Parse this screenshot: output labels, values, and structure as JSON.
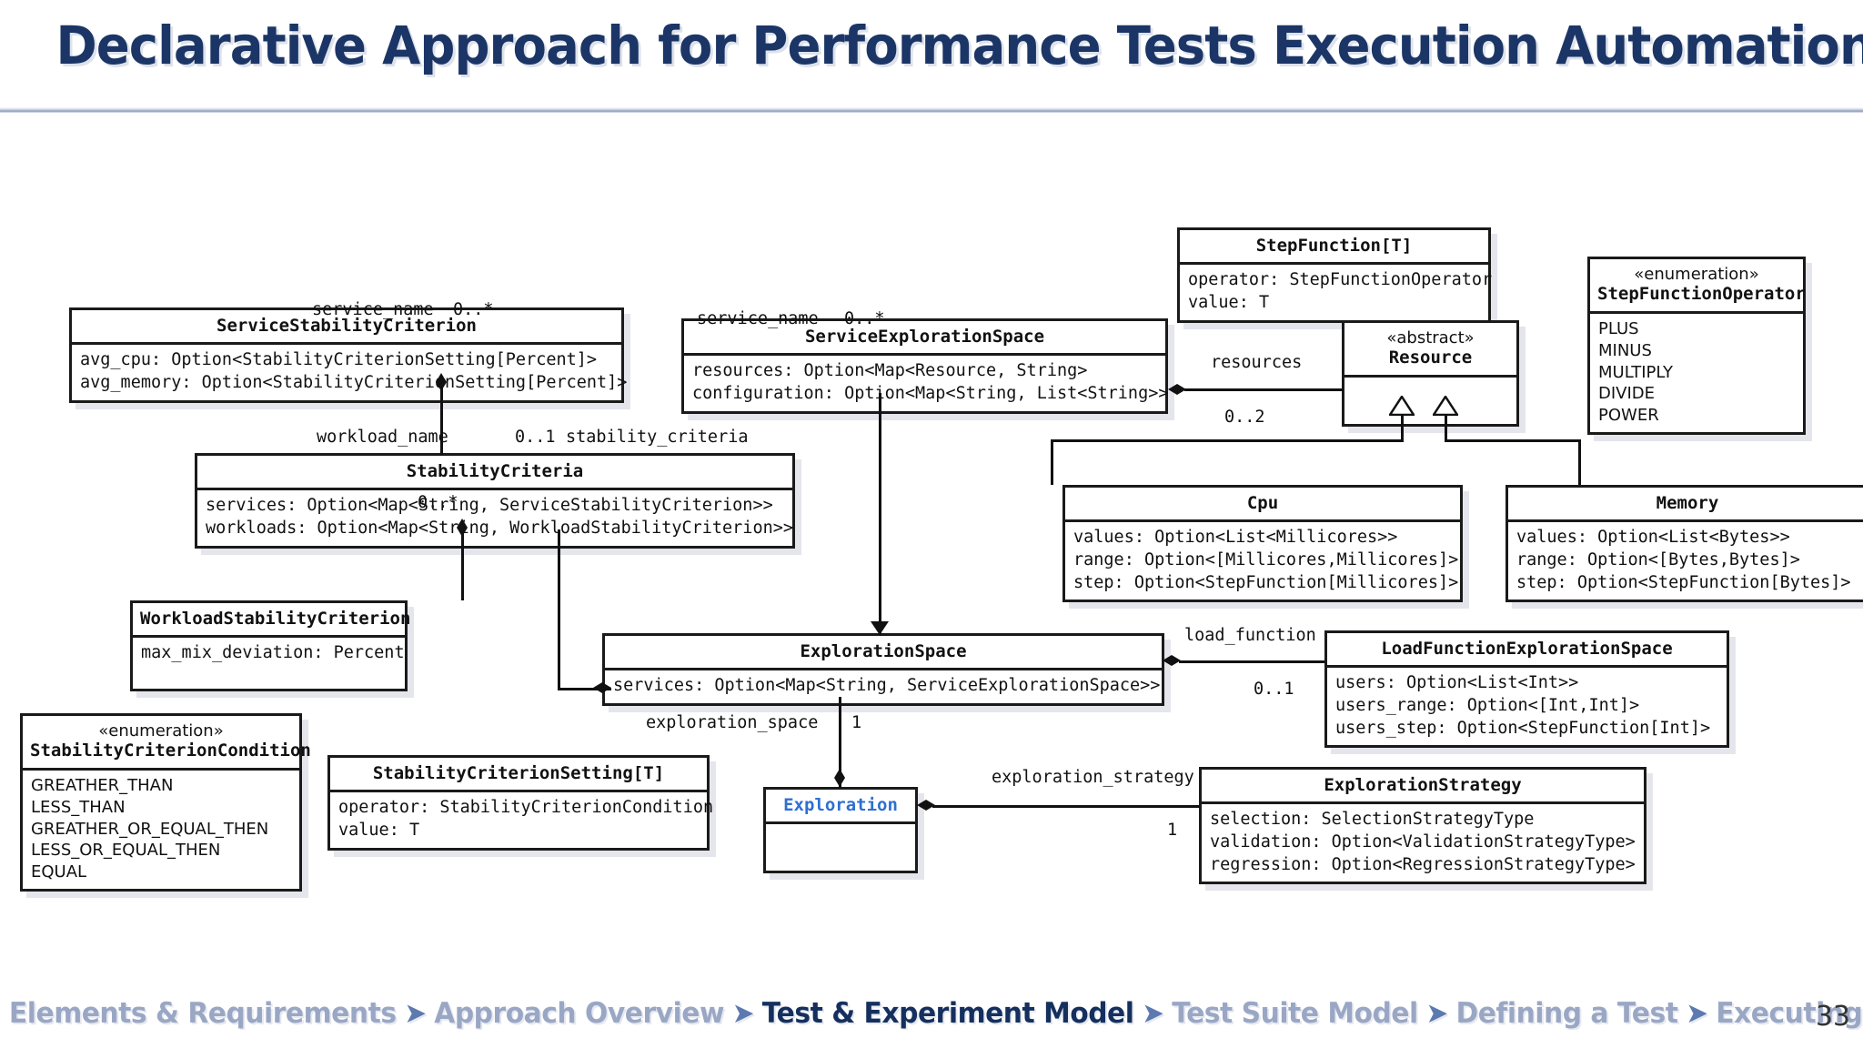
{
  "slide": {
    "title": "Declarative Approach for Performance Tests Execution Automation",
    "page_number": "33"
  },
  "footer_nav": {
    "separator": "➤",
    "items": [
      {
        "label": "Elements & Requirements",
        "current": false
      },
      {
        "label": "Approach Overview",
        "current": false
      },
      {
        "label": "Test & Experiment Model",
        "current": true
      },
      {
        "label": "Test Suite Model",
        "current": false
      },
      {
        "label": "Defining a Test",
        "current": false
      },
      {
        "label": "Executing a Test",
        "current": false
      }
    ]
  },
  "diagram": {
    "type": "uml-class-diagram",
    "classes": {
      "service_stability_criterion": {
        "name": "ServiceStabilityCriterion",
        "attributes": [
          "avg_cpu: Option<StabilityCriterionSetting[Percent]>",
          "avg_memory: Option<StabilityCriterionSetting[Percent]>"
        ]
      },
      "stability_criteria": {
        "name": "StabilityCriteria",
        "attributes": [
          "services: Option<Map<String, ServiceStabilityCriterion>>",
          "workloads: Option<Map<String, WorkloadStabilityCriterion>>"
        ]
      },
      "workload_stability_criterion": {
        "name": "WorkloadStabilityCriterion",
        "attributes": [
          "max_mix_deviation: Percent"
        ]
      },
      "stability_criterion_condition": {
        "stereotype": "«enumeration»",
        "name": "StabilityCriterionCondition",
        "literals": [
          "GREATHER_THAN",
          "LESS_THAN",
          "GREATHER_OR_EQUAL_THEN",
          "LESS_OR_EQUAL_THEN",
          "EQUAL"
        ]
      },
      "stability_criterion_setting": {
        "name": "StabilityCriterionSetting[T]",
        "attributes": [
          "operator: StabilityCriterionCondition",
          "value: T"
        ]
      },
      "service_exploration_space": {
        "name": "ServiceExplorationSpace",
        "attributes": [
          "resources: Option<Map<Resource, String>",
          "configuration: Option<Map<String, List<String>>"
        ]
      },
      "step_function": {
        "name": "StepFunction[T]",
        "attributes": [
          "operator: StepFunctionOperator",
          "value: T"
        ]
      },
      "step_function_operator": {
        "stereotype": "«enumeration»",
        "name": "StepFunctionOperator",
        "literals": [
          "PLUS",
          "MINUS",
          "MULTIPLY",
          "DIVIDE",
          "POWER"
        ]
      },
      "resource": {
        "stereotype": "«abstract»",
        "name": "Resource",
        "attributes": []
      },
      "cpu": {
        "name": "Cpu",
        "attributes": [
          "values: Option<List<Millicores>>",
          "range: Option<[Millicores,Millicores]>",
          "step: Option<StepFunction[Millicores]>"
        ]
      },
      "memory": {
        "name": "Memory",
        "attributes": [
          "values: Option<List<Bytes>>",
          "range: Option<[Bytes,Bytes]>",
          "step: Option<StepFunction[Bytes]>"
        ]
      },
      "exploration_space": {
        "name": "ExplorationSpace",
        "attributes": [
          "services: Option<Map<String, ServiceExplorationSpace>>"
        ]
      },
      "load_function_exploration_space": {
        "name": "LoadFunctionExplorationSpace",
        "attributes": [
          "users: Option<List<Int>>",
          "users_range: Option<[Int,Int]>",
          "users_step: Option<StepFunction[Int]>"
        ]
      },
      "exploration": {
        "name": "Exploration",
        "attributes": [],
        "color": "#2f6fd0"
      },
      "exploration_strategy": {
        "name": "ExplorationStrategy",
        "attributes": [
          "selection: SelectionStrategyType",
          "validation: Option<ValidationStrategyType>",
          "regression: Option<RegressionStrategyType>"
        ]
      }
    },
    "edge_labels": {
      "service_name_left": "service_name",
      "mult_service_left": "0..*",
      "service_name_right": "service_name",
      "mult_service_right": "0..*",
      "workload_name": "workload_name",
      "mult_workload": "0..*",
      "stability_criteria": "stability_criteria",
      "mult_stability_criteria": "0..1",
      "resources": "resources",
      "mult_resources": "0..2",
      "load_function": "load_function",
      "mult_load_function": "0..1",
      "exploration_space": "exploration_space",
      "mult_exploration_space": "1",
      "exploration_strategy": "exploration_strategy",
      "mult_exploration_strategy": "1"
    }
  }
}
